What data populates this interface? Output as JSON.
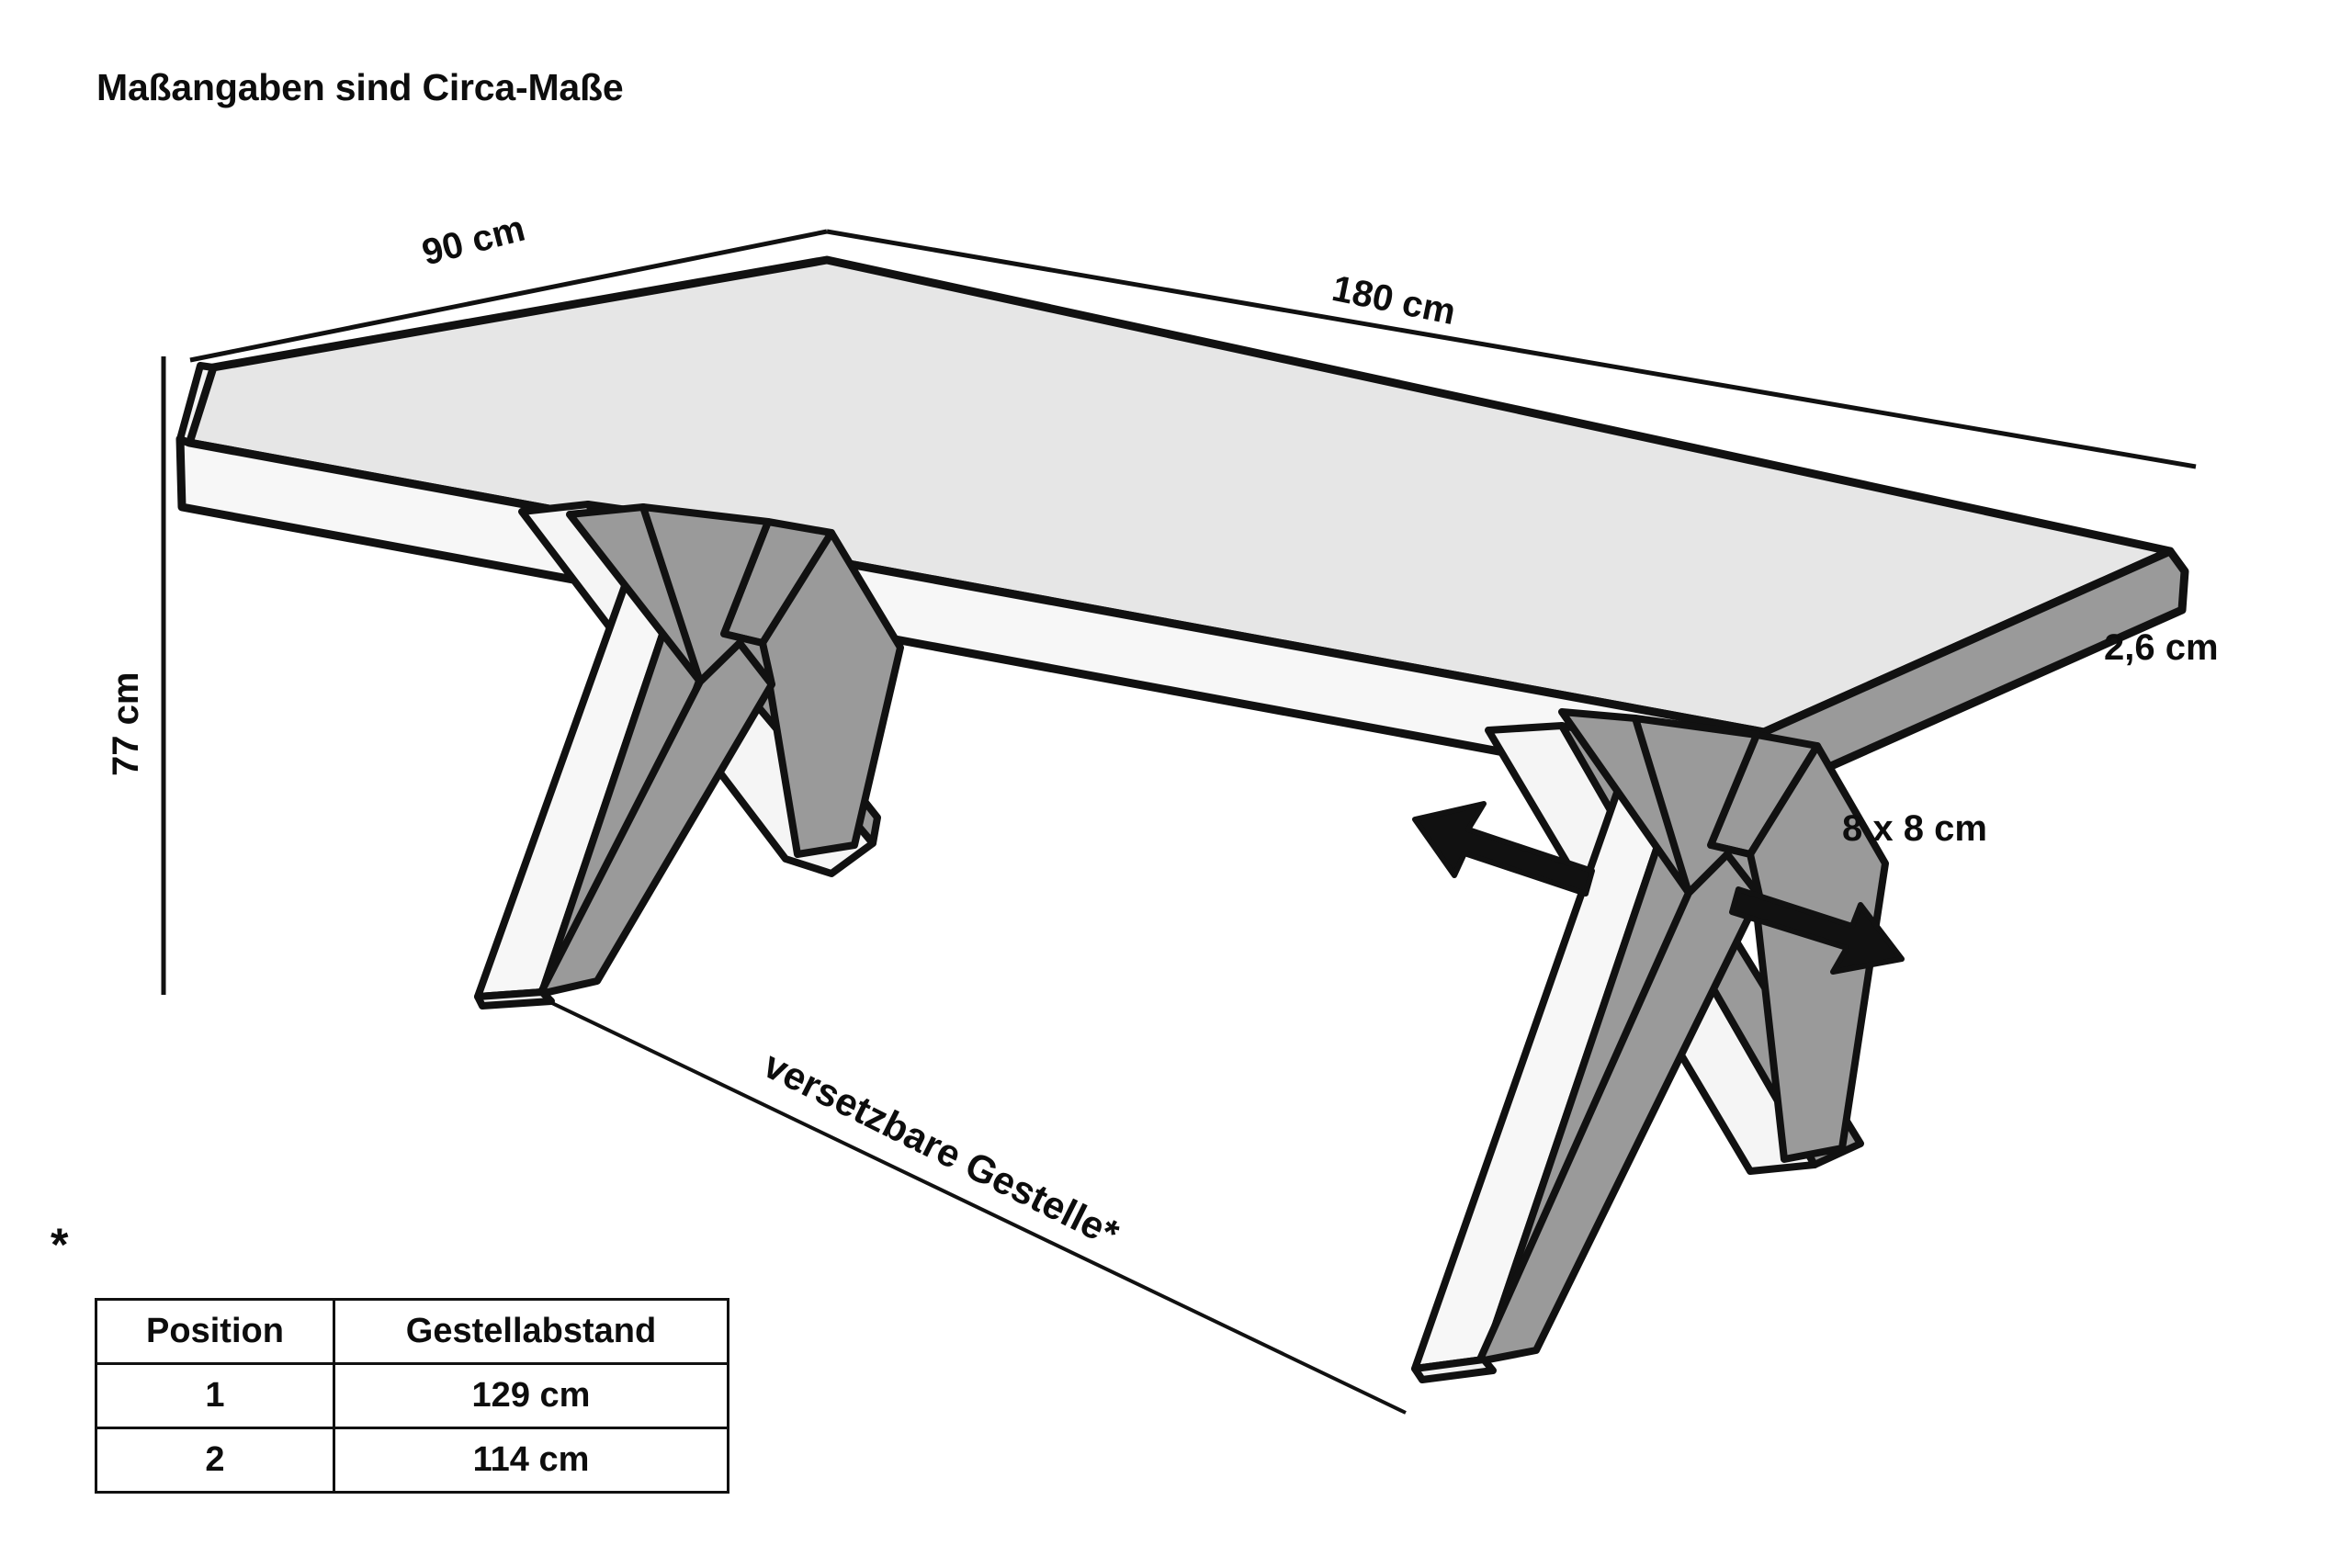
{
  "title": "Maßangaben sind Circa-Maße",
  "dimensions": {
    "depth": "90 cm",
    "length": "180 cm",
    "height": "77 cm",
    "top_thickness": "2,6 cm",
    "leg_profile": "8 x 8 cm"
  },
  "annotations": {
    "movable_frames": "versetzbare Gestelle*",
    "footnote_marker": "*"
  },
  "legend": {
    "headers": [
      "Position",
      "Gestellabstand"
    ],
    "rows": [
      {
        "position": "1",
        "distance": "129 cm"
      },
      {
        "position": "2",
        "distance": "114 cm"
      }
    ]
  },
  "colors": {
    "outline": "#111111",
    "top_surface": "#e6e6e6",
    "edge_shade": "#9a9a9a",
    "leg_light": "#f2f2f2",
    "leg_shade": "#9a9a9a",
    "background": "#ffffff"
  },
  "icons": {
    "arrow_left": "arrow-left-icon",
    "arrow_right": "arrow-right-icon"
  }
}
